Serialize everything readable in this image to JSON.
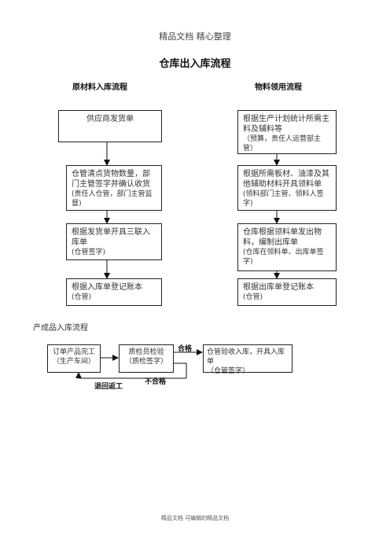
{
  "header": "精品文档 精心整理",
  "title": "仓库出入库流程",
  "left_heading": "原材料入库流程",
  "right_heading": "物料领用流程",
  "left_steps": [
    {
      "main": "供应商发货单",
      "note": ""
    },
    {
      "main": "仓管清点货物数量，部门主管签字并确认收货",
      "note": "(责任人仓管，部门主管监督)"
    },
    {
      "main": "根据发货单开具三联入库单",
      "note": "(仓管签字)"
    },
    {
      "main": "根据入库单登记账本",
      "note": "(仓管)"
    }
  ],
  "right_steps": [
    {
      "main": "根据生产计划统计所需主料及辅料等",
      "note": "（预算，责任人运营部主管）"
    },
    {
      "main": "根据所需板材、油漆及其他辅助材料开具领料单",
      "note": "(领料部门主管、领料人签字)"
    },
    {
      "main": "仓库根据领料单发出物料，编制出库单",
      "note": "(仓库在领料单、出库单签字)"
    },
    {
      "main": "根据出库单登记账本",
      "note": "(仓管)"
    }
  ],
  "product_section": "产成品入库流程",
  "product_steps": [
    {
      "main": "订单产品完工",
      "note": "（生产车间）"
    },
    {
      "main": "质检员检验",
      "note": "（质检签字）"
    },
    {
      "main": "仓管验收入库，开具入库单",
      "note": "（仓管签字）"
    }
  ],
  "labels": {
    "pass": "合格",
    "fail": "不合格",
    "return": "退回返工"
  },
  "footer": "精品文档 可编辑的精品文档"
}
